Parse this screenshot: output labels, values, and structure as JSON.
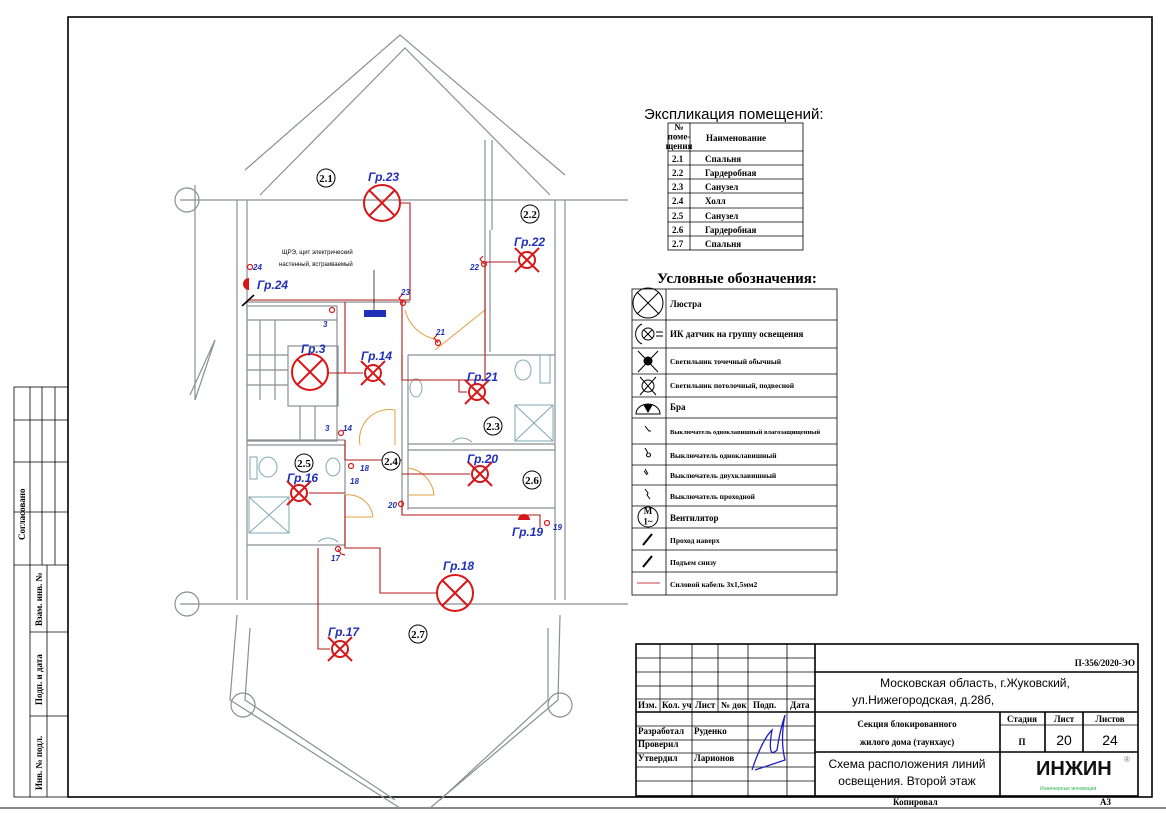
{
  "explication": {
    "title": "Экспликация помещений:",
    "header_num": [
      "№",
      "помe-",
      "щения"
    ],
    "header_name": "Наименование",
    "rows": [
      {
        "num": "2.1",
        "name": "Спальня"
      },
      {
        "num": "2.2",
        "name": "Гардеробная"
      },
      {
        "num": "2.3",
        "name": "Санузел"
      },
      {
        "num": "2.4",
        "name": "Холл"
      },
      {
        "num": "2.5",
        "name": "Санузел"
      },
      {
        "num": "2.6",
        "name": "Гардеробная"
      },
      {
        "num": "2.7",
        "name": "Спальня"
      }
    ]
  },
  "legend": {
    "title": "Условные обозначения:",
    "items": [
      {
        "icon": "chandelier-icon",
        "label": "Люстра"
      },
      {
        "icon": "ir-sensor-icon",
        "label": "ИК датчик на группу освещения"
      },
      {
        "icon": "spot-light-icon",
        "label": "Светильник точечный обычный"
      },
      {
        "icon": "ceiling-light-icon",
        "label": "Светильник потолочный, подвесной"
      },
      {
        "icon": "wall-light-icon",
        "label": "Бра"
      },
      {
        "icon": "switch-waterproof-icon",
        "label": "Выключатель одноклавишный влагозащищенный"
      },
      {
        "icon": "switch-single-icon",
        "label": "Выключатель одноклавишный"
      },
      {
        "icon": "switch-double-icon",
        "label": "Выключатель двухклавишный"
      },
      {
        "icon": "switch-passthrough-icon",
        "label": "Выключатель проходной"
      },
      {
        "icon": "fan-icon",
        "label": "Вентилятор",
        "glyph": "M",
        "glyph_sub": "1~"
      },
      {
        "icon": "pass-up-icon",
        "label": "Проход наверх"
      },
      {
        "icon": "rise-from-below-icon",
        "label": "Подъем снизу"
      },
      {
        "icon": "cable-line-icon",
        "label": "Силовой кабель 3х1,5мм2"
      }
    ]
  },
  "plan": {
    "rooms": [
      "2.1",
      "2.2",
      "2.3",
      "2.4",
      "2.5",
      "2.6",
      "2.7"
    ],
    "groups": [
      "Гр.23",
      "Гр.22",
      "Гр.24",
      "Гр.3",
      "Гр.14",
      "Гр.21",
      "Гр.20",
      "Гр.16",
      "Гр.19",
      "Гр.18",
      "Гр.17"
    ],
    "switches": [
      "24",
      "22",
      "23",
      "3",
      "21",
      "3",
      "14",
      "18",
      "18",
      "20",
      "19",
      "17"
    ],
    "panel_label": [
      "ЩРЭ, щит электрический",
      "настенный, встраиваемый"
    ]
  },
  "title_block": {
    "doc_code": "П-356/2020-ЭО",
    "address": [
      "Московская область, г.Жуковский,",
      "ул.Нижегородская, д.28б,"
    ],
    "object": [
      "Секция блокированного",
      "жилого дома (таунхаус)"
    ],
    "sheet_title": [
      "Схема расположения линий",
      "освещения. Второй этаж"
    ],
    "col_headers": [
      "Изм.",
      "Кол. уч",
      "Лист",
      "№ док",
      "Подп.",
      "Дата"
    ],
    "stage_header": "Стадия",
    "sheet_header": "Лист",
    "sheets_header": "Листов",
    "stage": "П",
    "sheet": "20",
    "sheets": "24",
    "roles": [
      {
        "role": "Разработал",
        "name": "Руденко"
      },
      {
        "role": "Проверил",
        "name": ""
      },
      {
        "role": "Утвердил",
        "name": "Ларионов"
      }
    ],
    "logo_text": "ИНЖИН",
    "logo_sub": "Инженерные инновации",
    "copied": "Копировал",
    "format": "А3"
  },
  "side_stamp": {
    "agreed": "Согласовано",
    "replace_inv": "Взам. инв. №",
    "sign_date": "Подп. и дата",
    "inv_orig": "Инв. № подл."
  },
  "colors": {
    "wire": "#b01a1a",
    "lamp": "#d81818",
    "label": "#1f2fb8",
    "logo": "#2db34a"
  }
}
